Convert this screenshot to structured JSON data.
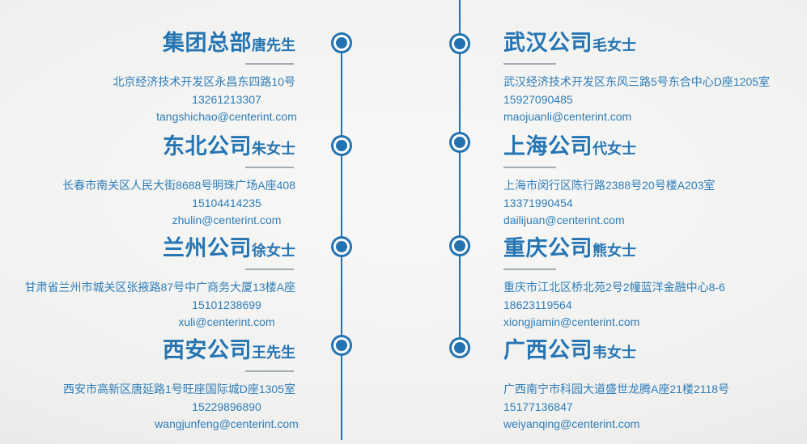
{
  "colors": {
    "heading_blue": "#2575b4",
    "body_blue": "#2e7db9",
    "timeline_blue": "#2273b0",
    "underline_gray": "#a3adb5",
    "background_center": "#f8f8f6",
    "background_edge": "#e0e0de"
  },
  "columns": {
    "left": {
      "entries": [
        {
          "company": "集团总部",
          "person": "唐先生",
          "address": "北京经济技术开发区永昌东四路10号",
          "phone": "13261213307",
          "email": "tangshichao@centerint.com",
          "underline": true
        },
        {
          "company": "东北公司",
          "person": "朱女士",
          "address": "长春市南关区人民大街8688号明珠广场A座408",
          "phone": "15104414235",
          "email": "zhulin@centerint.com",
          "underline": true
        },
        {
          "company": "兰州公司",
          "person": "徐女士",
          "address": "甘肃省兰州市城关区张掖路87号中广商务大厦13楼A座",
          "phone": "15101238699",
          "email": "xuli@centerint.com",
          "underline": true
        },
        {
          "company": "西安公司",
          "person": "王先生",
          "address": "西安市高新区唐延路1号旺座国际城D座1305室",
          "phone": "15229896890",
          "email": "wangjunfeng@centerint.com",
          "underline": true
        }
      ]
    },
    "right": {
      "entries": [
        {
          "company": "武汉公司",
          "person": "毛女士",
          "address": "武汉经济技术开发区东风三路5号东合中心D座1205室",
          "phone": "15927090485",
          "email": "maojuanli@centerint.com",
          "underline": true
        },
        {
          "company": "上海公司",
          "person": "代女士",
          "address": "上海市闵行区陈行路2388号20号楼A203室",
          "phone": "13371990454",
          "email": "dailijuan@centerint.com",
          "underline": true
        },
        {
          "company": "重庆公司",
          "person": "熊女士",
          "address": "重庆市江北区桥北苑2号2幢蓝洋金融中心8-6",
          "phone": "18623119564",
          "email": "xiongjiamin@centerint.com",
          "underline": true
        },
        {
          "company": "广西公司",
          "person": "韦女士",
          "address": "广西南宁市科园大道盛世龙腾A座21楼2118号",
          "phone": "15177136847",
          "email": "weiyanqing@centerint.com",
          "underline": false
        }
      ]
    }
  }
}
